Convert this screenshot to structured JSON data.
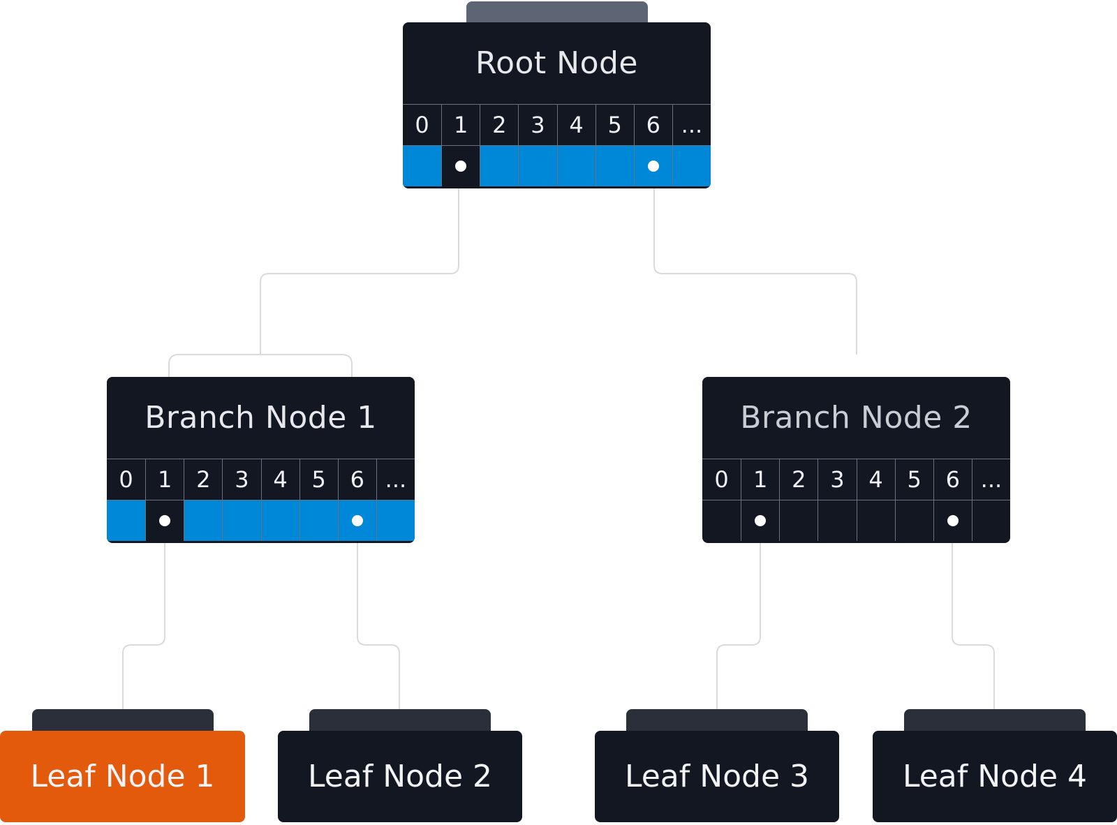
{
  "colors": {
    "node_bg": "#121722",
    "pointer_row_active": "#0088d8",
    "highlight_leaf": "#e45a0d",
    "wire": "#d9dadd",
    "root_tab": "#5d6575",
    "leaf_tab": "#2a2f3a"
  },
  "root": {
    "title": "Root Node",
    "indices": [
      "0",
      "1",
      "2",
      "3",
      "4",
      "5",
      "6",
      "..."
    ]
  },
  "branches": [
    {
      "title": "Branch Node 1",
      "indices": [
        "0",
        "1",
        "2",
        "3",
        "4",
        "5",
        "6",
        "..."
      ]
    },
    {
      "title": "Branch Node 2",
      "indices": [
        "0",
        "1",
        "2",
        "3",
        "4",
        "5",
        "6",
        "..."
      ]
    }
  ],
  "leaves": [
    {
      "label": "Leaf Node 1"
    },
    {
      "label": "Leaf Node 2"
    },
    {
      "label": "Leaf Node 3"
    },
    {
      "label": "Leaf Node 4"
    }
  ]
}
